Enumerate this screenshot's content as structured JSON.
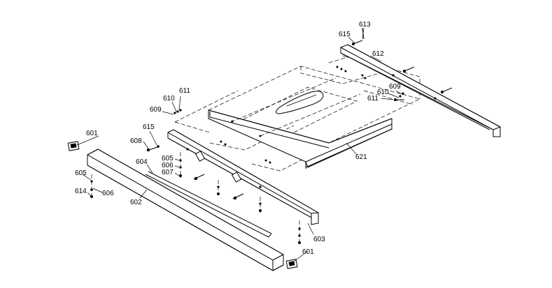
{
  "diagram": {
    "labels": {
      "l613": "613",
      "l615a": "615",
      "l612": "612",
      "l611a": "611",
      "l610a": "610",
      "l609a": "609",
      "l609b": "609",
      "l610b": "610",
      "l611b": "611",
      "l601a": "601",
      "l615b": "615",
      "l608": "608",
      "l604": "604",
      "l605a": "605",
      "l606a": "606",
      "l607": "607",
      "l605b": "605",
      "l614": "614",
      "l606b": "606",
      "l602": "602",
      "l621": "621",
      "l603": "603",
      "l601b": "601"
    }
  }
}
